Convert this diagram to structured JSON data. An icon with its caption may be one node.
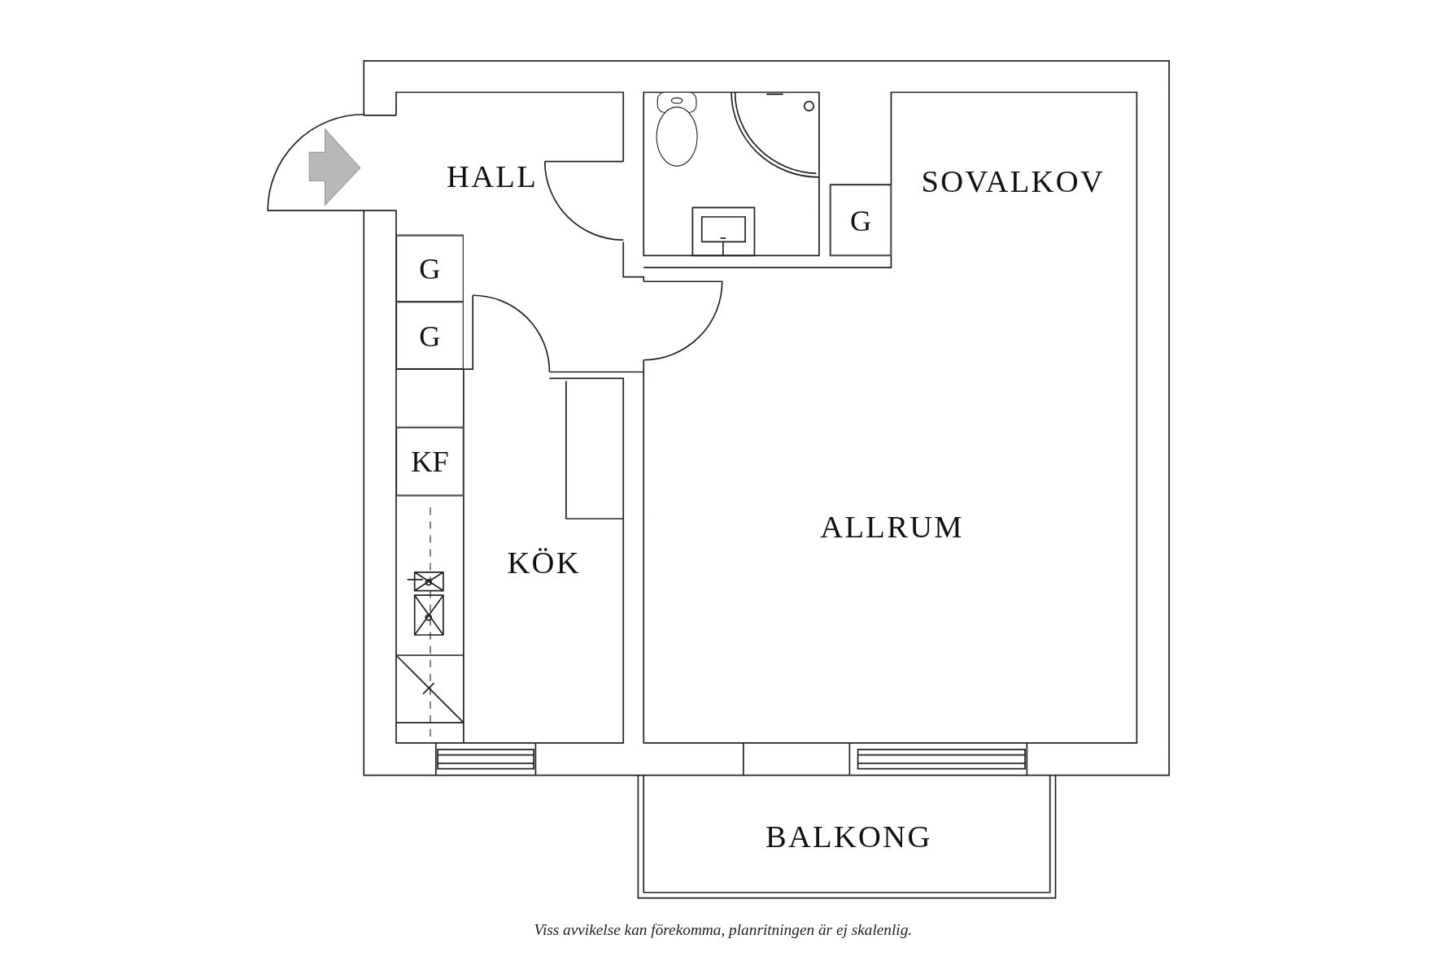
{
  "diagram": {
    "caption": "Viss avvikelse kan förekomma, planritningen är ej skalenlig.",
    "nodes": [
      {
        "text": [
          "G"
        ]
      },
      {
        "text": [
          "G"
        ]
      },
      {
        "text": [
          "G"
        ]
      },
      {
        "text": [
          "KF"
        ]
      }
    ],
    "labels": [
      "HALL",
      "SOVALKOV",
      "ALLRUM",
      "KÖK",
      "BALKONG"
    ]
  }
}
